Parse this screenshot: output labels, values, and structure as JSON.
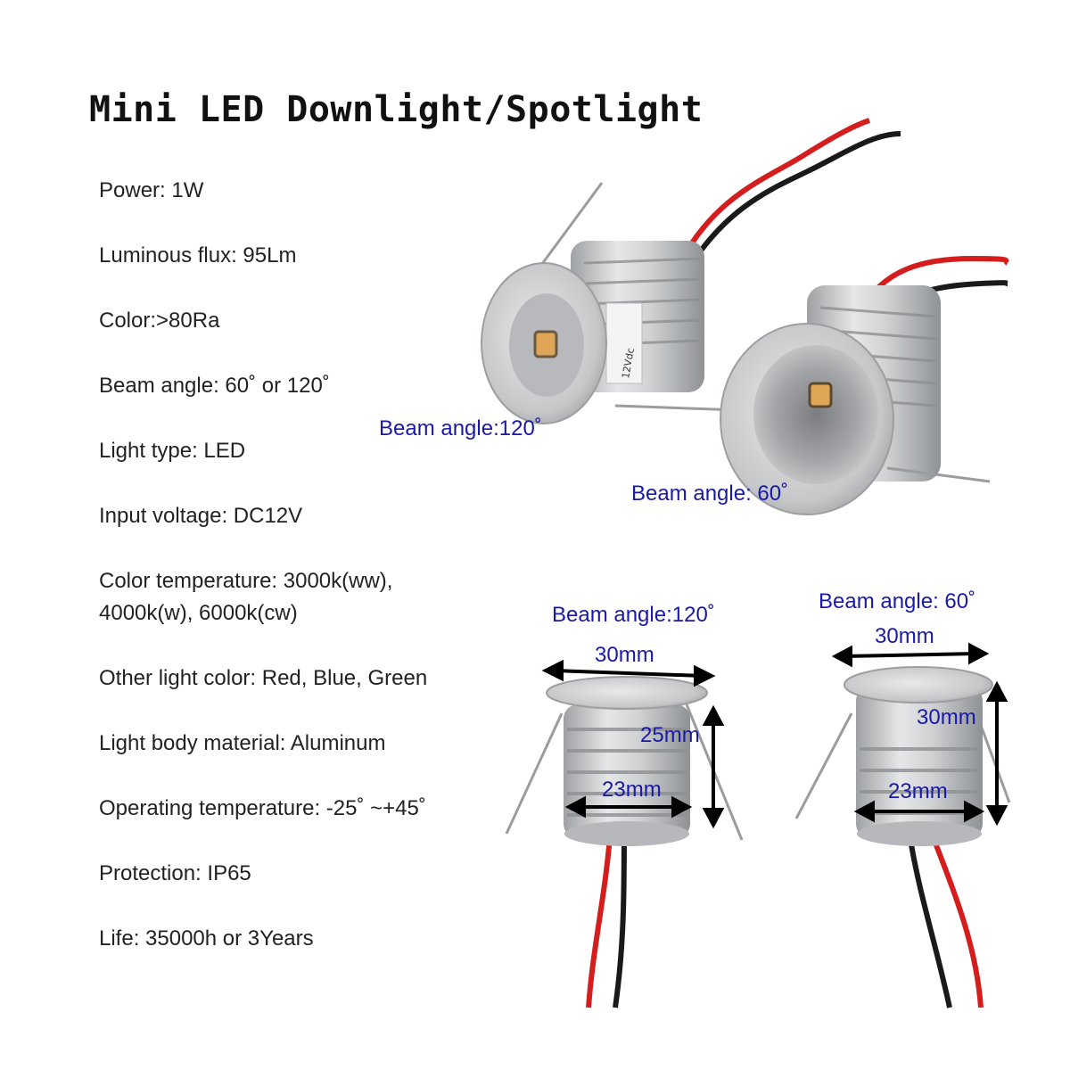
{
  "title": "Mini LED Downlight/Spotlight",
  "specs": [
    "Power: 1W",
    "Luminous flux: 95Lm",
    "Color:>80Ra",
    "Beam angle: 60˚  or 120˚",
    "Light type: LED",
    "Input voltage: DC12V",
    "Color temperature: 3000k(ww), 4000k(w), 6000k(cw)",
    "Other light color: Red, Blue, Green",
    "Light body material: Aluminum",
    "Operating temperature: -25˚ ~+45˚",
    "Protection: IP65",
    "Life: 35000h or 3Years"
  ],
  "photo_labels": {
    "top_left_beam": "Beam angle:120˚",
    "top_right_beam": "Beam angle: 60˚",
    "bottom_left_beam": "Beam angle:120˚",
    "bottom_right_beam": "Beam angle: 60˚"
  },
  "dimensions": {
    "left_flange_width": "30mm",
    "left_height": "25mm",
    "left_body_width": "23mm",
    "right_flange_width": "30mm",
    "right_height": "30mm",
    "right_body_width": "23mm"
  },
  "product_label_text": "12Vdc",
  "colors": {
    "label_blue": "#1a1aa8",
    "aluminum": "#c8cacc",
    "wire_red": "#d41e1e",
    "wire_black": "#1a1a1a",
    "led_amber": "#e0a657"
  }
}
